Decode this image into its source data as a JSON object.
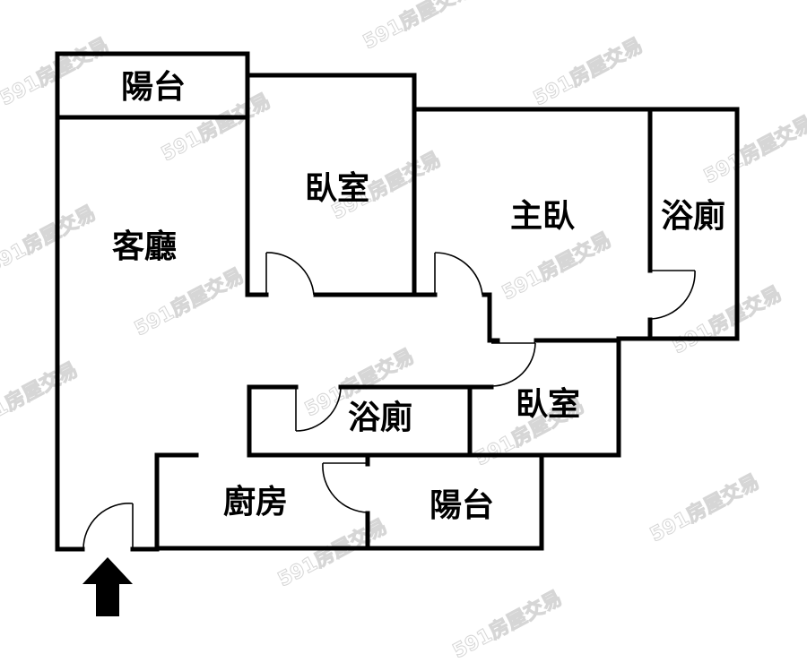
{
  "rooms": {
    "balcony_top": "陽台",
    "living_room": "客廳",
    "bedroom_upper": "臥室",
    "master_bedroom": "主臥",
    "bathroom_master": "浴廁",
    "bathroom_middle": "浴廁",
    "bedroom_lower": "臥室",
    "kitchen": "廚房",
    "balcony_bottom": "陽台"
  },
  "watermark": {
    "text": "591房屋交易"
  },
  "entrance": {
    "icon": "up-arrow-icon"
  },
  "colors": {
    "wall": "#000000",
    "background": "#ffffff",
    "watermark": "#d6d6d6"
  }
}
